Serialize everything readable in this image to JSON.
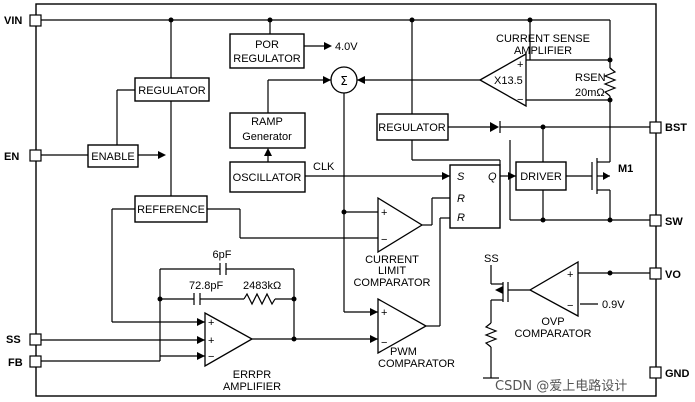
{
  "pins": {
    "vin": "VIN",
    "en": "EN",
    "ss": "SS",
    "fb": "FB",
    "bst": "BST",
    "sw": "SW",
    "vo": "VO",
    "gnd": "GND"
  },
  "blocks": {
    "por_line1": "POR",
    "por_line2": "REGULATOR",
    "por_output": "4.0V",
    "regulator_left": "REGULATOR",
    "enable": "ENABLE",
    "reference": "REFERENCE",
    "ramp_line1": "RAMP",
    "ramp_line2": "Generator",
    "oscillator": "OSCILLATOR",
    "clk": "CLK",
    "regulator_right": "REGULATOR",
    "driver": "DRIVER",
    "m1": "M1",
    "sum": "Σ"
  },
  "current_sense": {
    "title_line1": "CURRENT SENSE",
    "title_line2": "AMPLIFIER",
    "gain": "X13.5",
    "rsen_label": "RSEN",
    "rsen_value": "20mΩ"
  },
  "latch": {
    "s": "S",
    "q": "Q",
    "r1": "R",
    "r2": "R"
  },
  "comparators": {
    "current_limit_line1": "CURRENT",
    "current_limit_line2": "LIMIT",
    "current_limit_line3": "COMPARATOR",
    "pwm_line1": "PWM",
    "pwm_line2": "COMPARATOR",
    "ovp_line1": "OVP",
    "ovp_line2": "COMPARATOR",
    "ovp_ref": "0.9V",
    "ovp_ss": "SS"
  },
  "error_amp": {
    "line1": "ERRPR",
    "line2": "AMPLIFIER",
    "cap1": "6pF",
    "cap2": "72.8pF",
    "res": "2483kΩ"
  },
  "signs": {
    "plus": "+",
    "minus": "−"
  },
  "watermark": "CSDN @爱上电路设计"
}
